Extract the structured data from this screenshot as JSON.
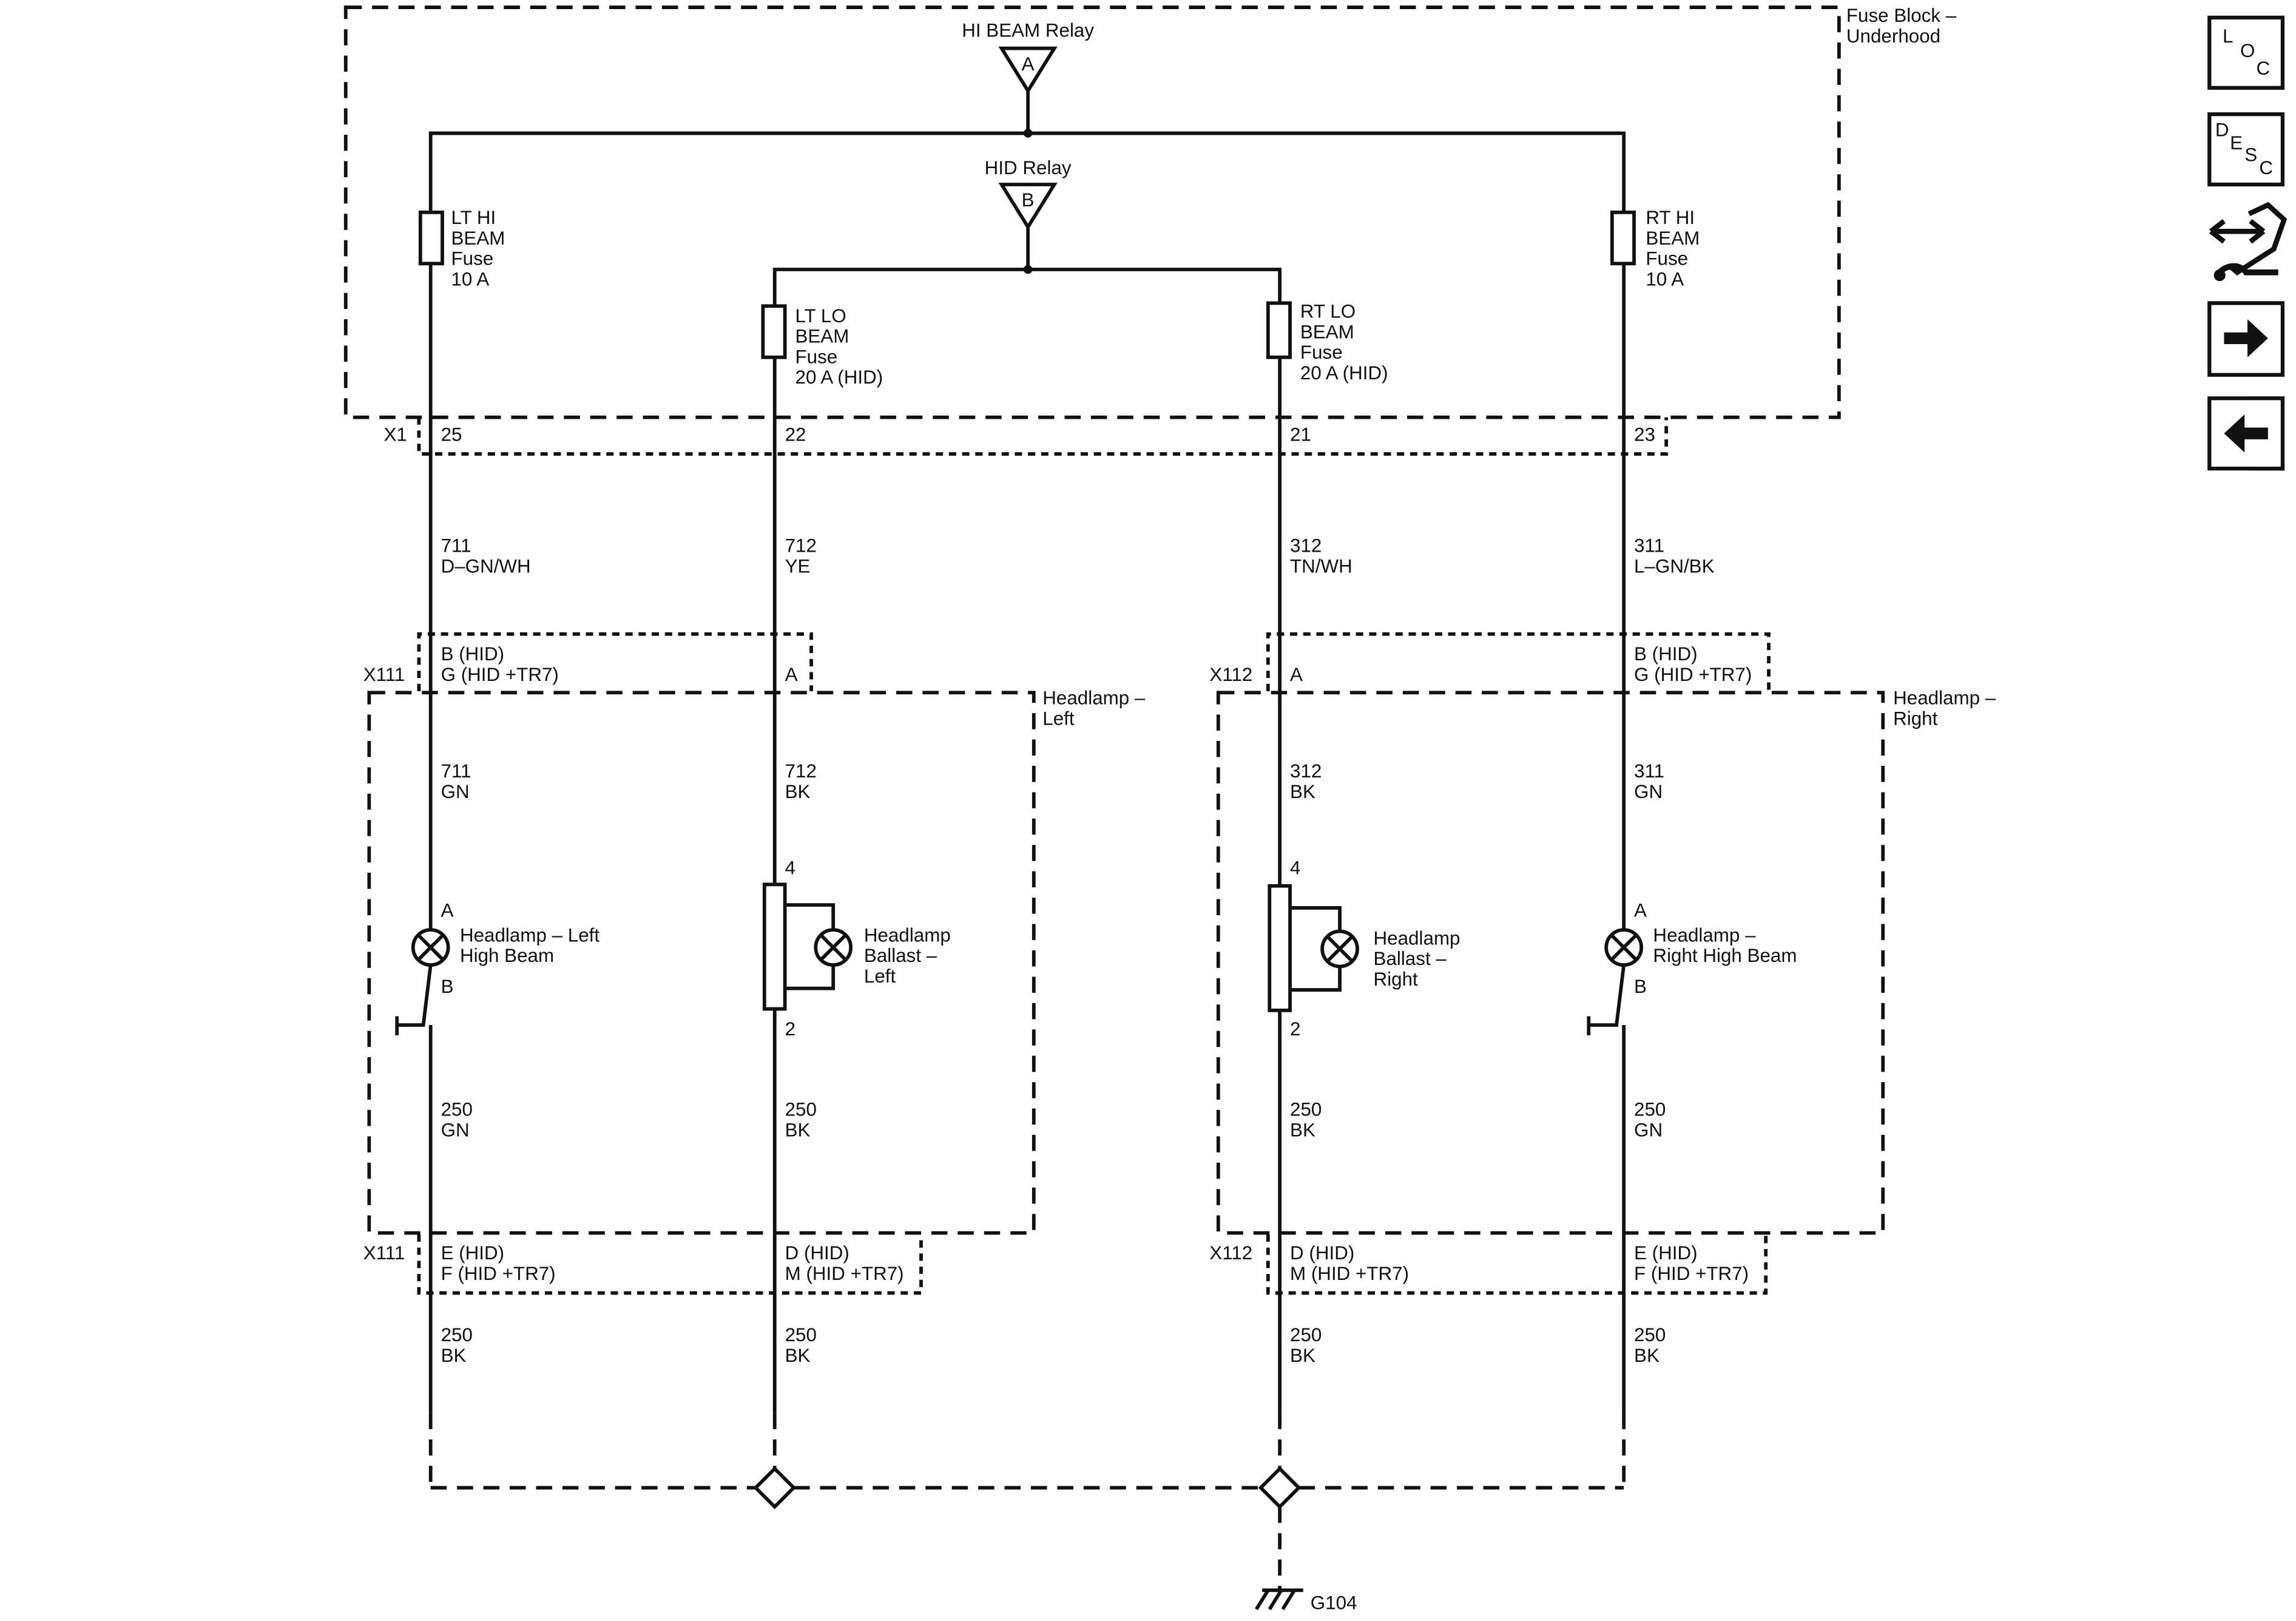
{
  "fuse_block": {
    "label_1": "Fuse Block –",
    "label_2": "Underhood"
  },
  "relays": {
    "hi_beam": {
      "name": "HI BEAM Relay",
      "pin": "A"
    },
    "hid": {
      "name": "HID Relay",
      "pin": "B"
    }
  },
  "fuses": {
    "lt_hi": [
      "LT HI",
      "BEAM",
      "Fuse",
      "10 A"
    ],
    "rt_hi": [
      "RT HI",
      "BEAM",
      "Fuse",
      "10 A"
    ],
    "lt_lo": [
      "LT LO",
      "BEAM",
      "Fuse",
      "20 A (HID)"
    ],
    "rt_lo": [
      "RT LO",
      "BEAM",
      "Fuse",
      "20 A (HID)"
    ]
  },
  "connector_x1": {
    "name": "X1",
    "pins": [
      "25",
      "22",
      "21",
      "23"
    ]
  },
  "circuits_upper": [
    {
      "num": "711",
      "color": "D–GN/WH"
    },
    {
      "num": "712",
      "color": "YE"
    },
    {
      "num": "312",
      "color": "TN/WH"
    },
    {
      "num": "311",
      "color": "L–GN/BK"
    }
  ],
  "x111_top": {
    "name": "X111",
    "pin_hi_1": "B (HID)",
    "pin_hi_2": "G (HID +TR7)",
    "pin_lo": "A"
  },
  "x112_top": {
    "name": "X112",
    "pin_lo": "A",
    "pin_hi_1": "B (HID)",
    "pin_hi_2": "G (HID +TR7)"
  },
  "headlamp_left": {
    "label_1": "Headlamp –",
    "label_2": "Left"
  },
  "headlamp_right": {
    "label_1": "Headlamp –",
    "label_2": "Right"
  },
  "circuits_inner": [
    {
      "num": "711",
      "color": "GN"
    },
    {
      "num": "712",
      "color": "BK"
    },
    {
      "num": "312",
      "color": "BK"
    },
    {
      "num": "311",
      "color": "GN"
    }
  ],
  "lamp_left_high": {
    "pin_top": "A",
    "pin_bottom": "B",
    "label_1": "Headlamp – Left",
    "label_2": "High Beam"
  },
  "lamp_right_high": {
    "pin_top": "A",
    "pin_bottom": "B",
    "label_1": "Headlamp –",
    "label_2": "Right High Beam"
  },
  "ballast_left": {
    "pin_top": "4",
    "pin_bottom": "2",
    "label": [
      "Headlamp",
      "Ballast –",
      "Left"
    ]
  },
  "ballast_right": {
    "pin_top": "4",
    "pin_bottom": "2",
    "label": [
      "Headlamp",
      "Ballast –",
      "Right"
    ]
  },
  "circuits_ground_inner": [
    {
      "num": "250",
      "color": "GN"
    },
    {
      "num": "250",
      "color": "BK"
    },
    {
      "num": "250",
      "color": "BK"
    },
    {
      "num": "250",
      "color": "GN"
    }
  ],
  "x111_bottom": {
    "name": "X111",
    "pin_hi_1": "E (HID)",
    "pin_hi_2": "F (HID +TR7)",
    "pin_lo_1": "D (HID)",
    "pin_lo_2": "M (HID +TR7)"
  },
  "x112_bottom": {
    "name": "X112",
    "pin_lo_1": "D (HID)",
    "pin_lo_2": "M (HID +TR7)",
    "pin_hi_1": "E (HID)",
    "pin_hi_2": "F (HID +TR7)"
  },
  "circuits_ground_outer": [
    {
      "num": "250",
      "color": "BK"
    },
    {
      "num": "250",
      "color": "BK"
    },
    {
      "num": "250",
      "color": "BK"
    },
    {
      "num": "250",
      "color": "BK"
    }
  ],
  "ground": {
    "name": "G104"
  },
  "nav_buttons": {
    "loc": {
      "l1": "L",
      "l2": "O",
      "l3": "C"
    },
    "desc": {
      "l1": "D",
      "l2": "E",
      "l3": "S",
      "l4": "C"
    },
    "connector_icon": "connector-end-view-icon",
    "forward_icon": "arrow-right-icon",
    "back_icon": "arrow-left-icon"
  }
}
